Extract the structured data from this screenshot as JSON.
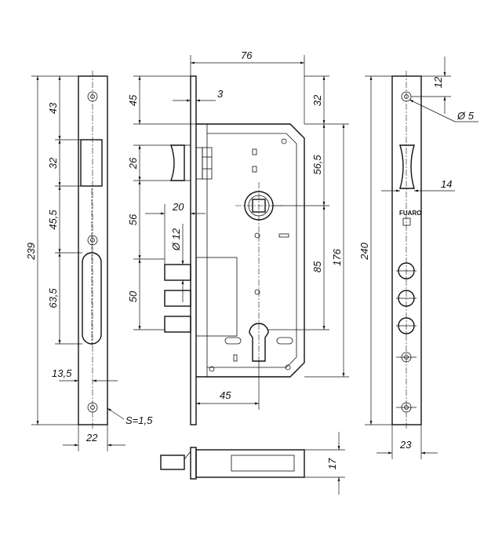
{
  "drawing": {
    "title": "Mortise lock dimensional drawing",
    "strike_plate": {
      "total_height": "239",
      "dims": [
        "43",
        "32",
        "45,5",
        "63,5"
      ],
      "offset": "13,5",
      "width": "22",
      "thickness": "S=1,5"
    },
    "lock_body": {
      "width": "76",
      "faceplate_thickness": "3",
      "left_dims": [
        "45",
        "26",
        "56",
        "50"
      ],
      "bolt_projection": "20",
      "bolt_diameter": "Ø 12",
      "right_dims": [
        "32",
        "56,5",
        "85"
      ],
      "body_height": "176",
      "backset": "45"
    },
    "side_view": {
      "depth": "17"
    },
    "faceplate": {
      "total_height": "240",
      "hole_offset": "12",
      "hole_diameter": "Ø 5",
      "latch_offset": "14",
      "width": "23",
      "brand": "FUARO"
    }
  }
}
